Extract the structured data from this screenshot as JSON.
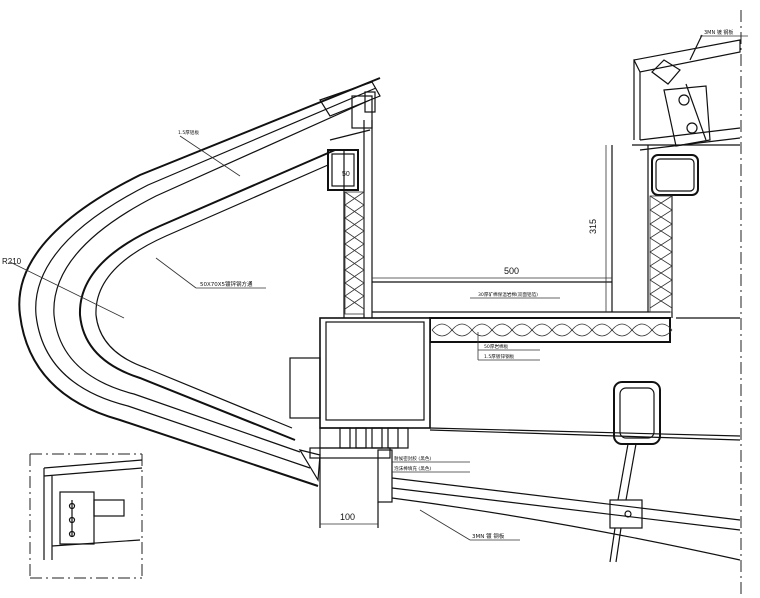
{
  "drawing": {
    "dimensions": {
      "width_500": "500",
      "height_315": "315",
      "width_100": "100",
      "radius": "R210",
      "member_50": "50"
    },
    "labels": {
      "panel_top": "1.5厚铝板",
      "tube": "50X70X5镀锌钢方通",
      "insulation_top": "30厚矿棉保温岩棉(双面铝箔)",
      "panel_bottom_1": "50厚岩棉板",
      "panel_bottom_2": "1.5厚镀锌钢板",
      "glass_top_right": "3MN 镀 钢板",
      "glass_bottom": "3MN 镀 钢板",
      "seal_1": "耐候密封胶 (黑色)",
      "seal_2": "泡沫棒填充 (黑色)"
    }
  }
}
